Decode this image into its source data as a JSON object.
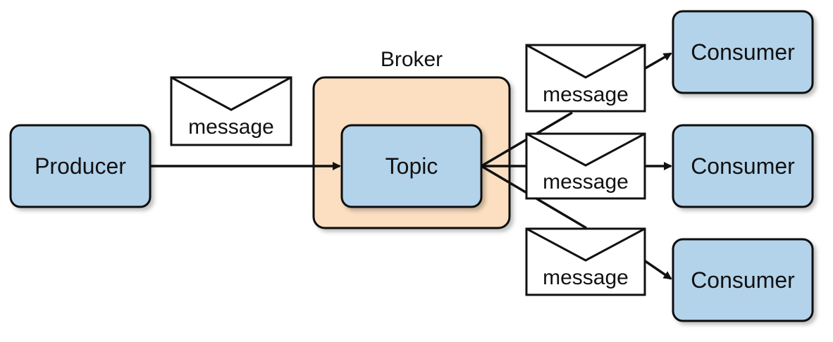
{
  "diagram": {
    "broker": {
      "label": "Broker"
    },
    "producer": {
      "label": "Producer"
    },
    "topic": {
      "label": "Topic"
    },
    "consumers": [
      {
        "label": "Consumer"
      },
      {
        "label": "Consumer"
      },
      {
        "label": "Consumer"
      }
    ],
    "messages": [
      {
        "label": "message"
      },
      {
        "label": "message"
      },
      {
        "label": "message"
      },
      {
        "label": "message"
      }
    ],
    "colors": {
      "node_fill": "#b3d3ea",
      "broker_fill": "#fbdfc0",
      "stroke": "#111111",
      "envelope_fill": "#ffffff"
    }
  }
}
